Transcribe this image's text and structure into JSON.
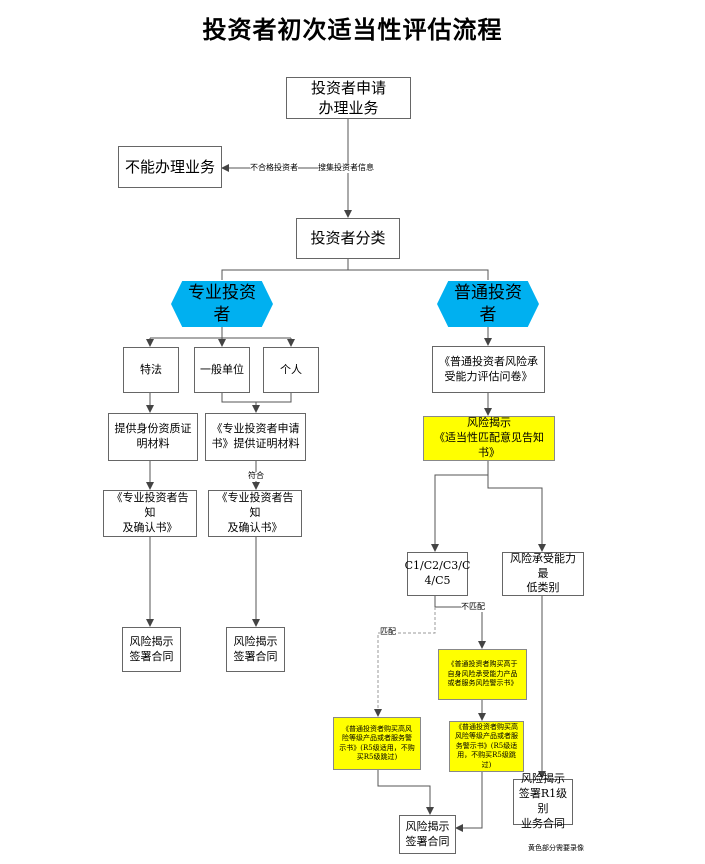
{
  "title": "投资者初次适当性评估流程",
  "nodes": {
    "apply": "投资者申请\n办理业务",
    "reject": "不能办理业务",
    "classify": "投资者分类",
    "professional": "专业投资\n者",
    "ordinary": "普通投资\n者",
    "special_law": "特法",
    "general_unit": "一般单位",
    "individual": "个人",
    "id_material": "提供身份资质证\n明材料",
    "pro_application": "《专业投资者申请\n书》提供证明材料",
    "pro_notice_1": "《专业投资者告知\n及确认书》",
    "pro_notice_2": "《专业投资者告知\n及确认书》",
    "risk_sign_1": "风险揭示\n签署合同",
    "risk_sign_2": "风险揭示\n签署合同",
    "questionnaire": "《普通投资者风险承\n受能力评估问卷》",
    "risk_disclosure": "风险揭示\n《适当性匹配意见告知书》",
    "c_levels": "C1/C2/C3/C\n4/C5",
    "lowest": "风险承受能力最\n低类别",
    "warn_higher": "《普通投资者购买高于\n自身风险承受能力产品\n或者服务风险警示书》",
    "warn_high_match": "《普通投资者购买高风\n险等级产品或者服务警\n示书》(R5级适用，不购\n买R5级跳过)",
    "warn_high_nomatch": "《普通投资者购买高\n风险等级产品或者服\n务警示书》(R5级适\n用，不购买R5级跳过)",
    "sign_r1": "风险揭示\n签署R1级别\n业务合同",
    "sign_final": "风险揭示\n签署合同"
  },
  "labels": {
    "unqualified": "不合格投资者",
    "collect_info": "搜集投资者信息",
    "conform": "符合",
    "match": "匹配",
    "no_match": "不匹配"
  },
  "footnote": "黄色部分需要录像",
  "colors": {
    "hexagon_fill": "#00b0f0",
    "highlight_fill": "#ffff00",
    "line": "#555555"
  }
}
